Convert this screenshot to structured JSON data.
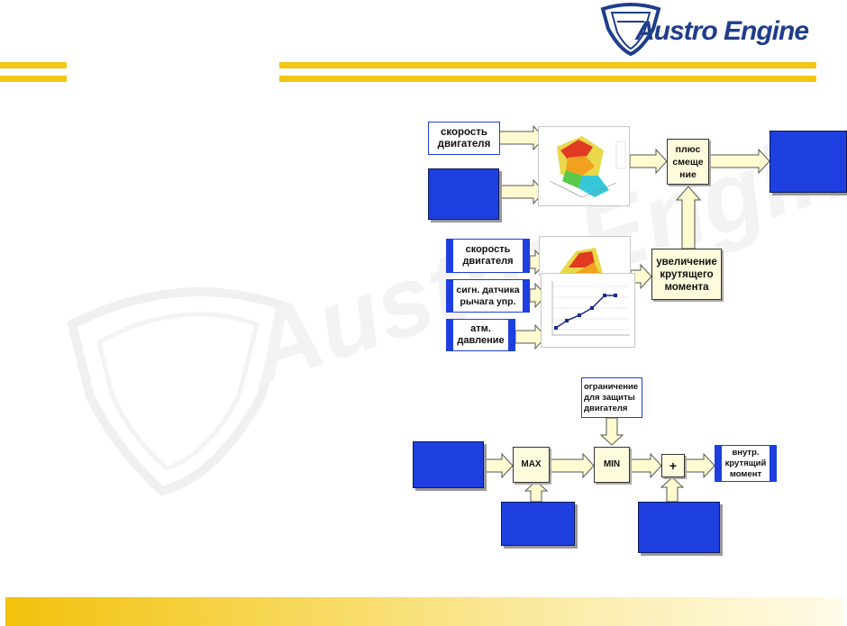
{
  "brand": {
    "name": "Austro Engine",
    "color": "#1f3d8a",
    "accent": "#f2c613"
  },
  "diagram_top": {
    "inputs": [
      {
        "label": "скорость\nдвигателя"
      },
      {
        "label": ""
      }
    ],
    "sum_label": "плюс\nсмеще\nние",
    "output_label": ""
  },
  "diagram_mid": {
    "inputs": [
      {
        "label": "скорость\nдвигателя"
      },
      {
        "label": "сигн. датчика\nрычага упр."
      },
      {
        "label": "атм.\nдавление"
      }
    ],
    "torque_increase_label": "увеличение\nкрутящего\nмомента"
  },
  "diagram_bottom": {
    "limit_label": "ограничение\nдля защиты\nдвигателя",
    "max_label": "MAX",
    "min_label": "MIN",
    "plus_label": "+",
    "output_label": "внутр.\nкрутящий\nмомент"
  },
  "colors": {
    "block_blue": "#1d3fe0",
    "process_fill": "#fffbdc",
    "arrow_fill": "#fffbd0"
  }
}
